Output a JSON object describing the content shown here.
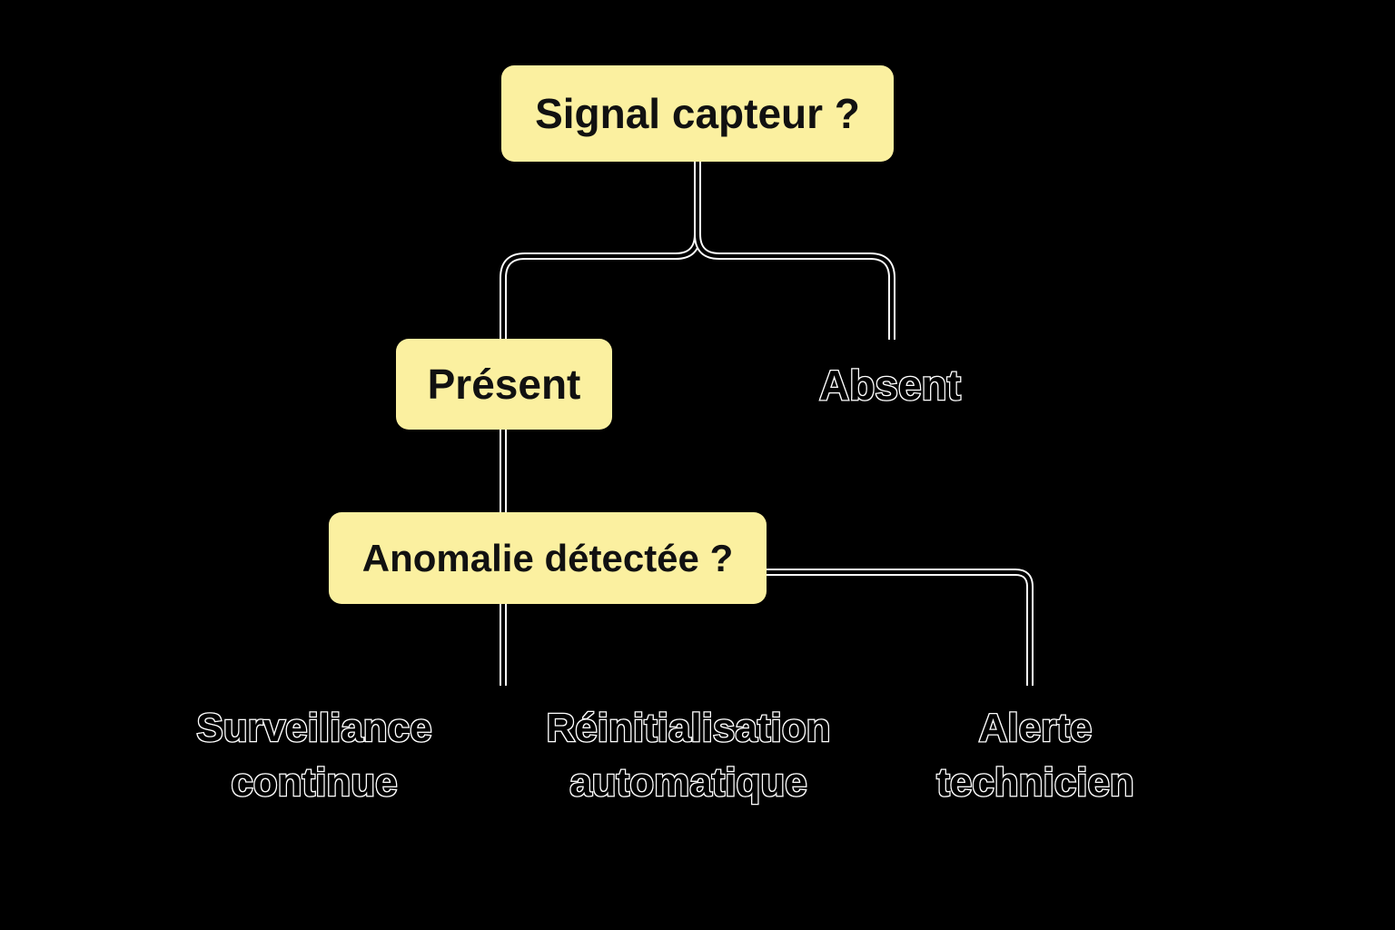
{
  "diagram": {
    "root": {
      "label": "Signal capteur ?"
    },
    "branches": {
      "present": {
        "label": "Présent"
      },
      "absent": {
        "label": "Absent"
      }
    },
    "decision": {
      "label": "Anomalie détectée ?"
    },
    "outcomes": [
      {
        "line1": "Surveiliance",
        "line2": "continue"
      },
      {
        "line1": "Réinitialisation",
        "line2": "automatique"
      },
      {
        "line1": "Alerte",
        "line2": "technicien"
      }
    ]
  },
  "colors": {
    "background": "#000000",
    "node_fill": "#fbf0a0",
    "node_text": "#111111",
    "connector": "#ffffff",
    "outline_text_stroke": "#ffffff"
  }
}
